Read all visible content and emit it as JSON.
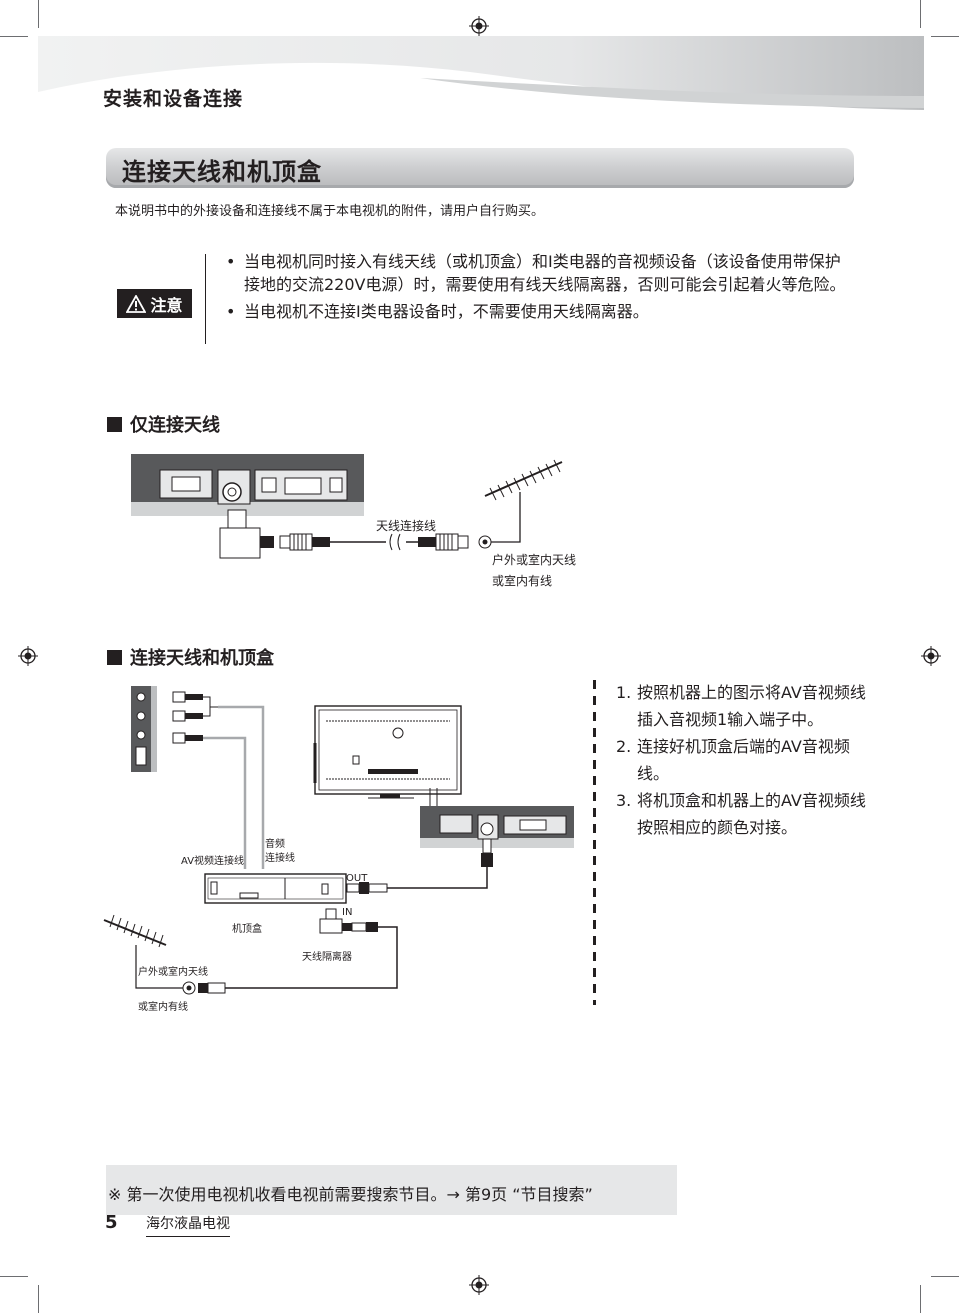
{
  "header": {
    "section_title": "安装和设备连接"
  },
  "main": {
    "title": "连接天线和机顶盒",
    "intro": "本说明书中的外接设备和连接线不属于本电视机的附件，请用户自行购买。"
  },
  "caution": {
    "badge_label": "注意",
    "notes": [
      "当电视机同时接入有线天线（或机顶盒）和I类电器的音视频设备（该设备使用带保护接地的交流220V电源）时，需要使用有线天线隔离器，否则可能会引起着火等危险。",
      "当电视机不连接I类电器设备时，不需要使用天线隔离器。"
    ]
  },
  "diagram1": {
    "heading": "仅连接天线",
    "cable_label": "天线连接线",
    "antenna_label_1": "户外或室内天线",
    "antenna_label_2": "或室内有线"
  },
  "diagram2": {
    "heading": "连接天线和机顶盒",
    "av_cable_label": "AV视频连接线",
    "audio_label_1": "音频",
    "audio_label_2": "连接线",
    "out_label": "OUT",
    "in_label": "IN",
    "stb_label": "机顶盒",
    "isolator_label": "天线隔离器",
    "antenna_label_1": "户外或室内天线",
    "antenna_label_2": "或室内有线",
    "steps": [
      {
        "num": "1.",
        "text": "按照机器上的图示将AV音视频线插入音视频1输入端子中。"
      },
      {
        "num": "2.",
        "text": "连接好机顶盒后端的AV音视频线。"
      },
      {
        "num": "3.",
        "text": "将机顶盒和机器上的AV音视频线按照相应的颜色对接。"
      }
    ]
  },
  "footer": {
    "note": "※ 第一次使用电视机收看电视前需要搜索节目。→ 第9页 “节目搜索”",
    "page_number": "5",
    "brand": "海尔液晶电视"
  }
}
